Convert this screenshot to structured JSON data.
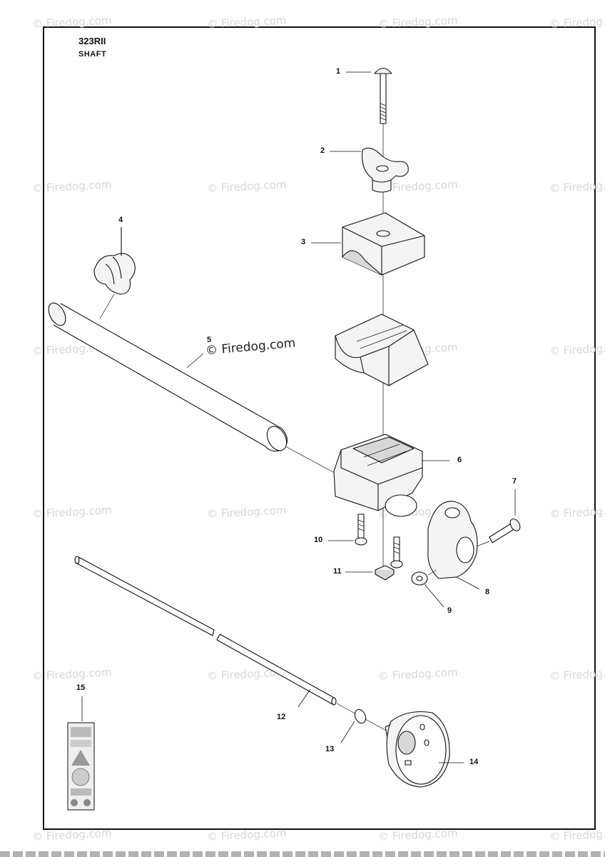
{
  "header": {
    "model": "323RII",
    "section": "SHAFT"
  },
  "watermark": {
    "text": "© Firedog.com",
    "main_text": "© Firedog.com"
  },
  "callouts": [
    {
      "id": "1"
    },
    {
      "id": "2"
    },
    {
      "id": "3"
    },
    {
      "id": "4"
    },
    {
      "id": "5"
    },
    {
      "id": "6"
    },
    {
      "id": "7"
    },
    {
      "id": "8"
    },
    {
      "id": "9"
    },
    {
      "id": "10"
    },
    {
      "id": "11"
    },
    {
      "id": "12"
    },
    {
      "id": "13"
    },
    {
      "id": "14"
    },
    {
      "id": "15"
    }
  ],
  "colors": {
    "line": "#111111",
    "fill_light": "#f4f4f4",
    "fill_shade": "#d8d8d8",
    "watermark": "#d6d6d6"
  }
}
